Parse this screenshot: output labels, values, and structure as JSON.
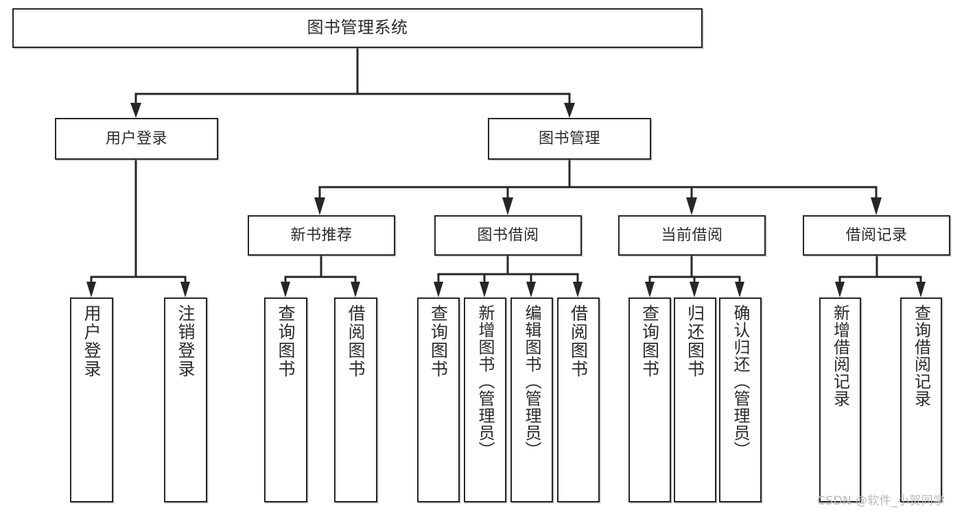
{
  "diagram": {
    "title": "图书管理系统",
    "type": "tree-structure-chart",
    "root": {
      "label": "图书管理系统"
    },
    "level2": [
      {
        "label": "用户登录"
      },
      {
        "label": "图书管理"
      }
    ],
    "level3": [
      {
        "label": "新书推荐"
      },
      {
        "label": "图书借阅"
      },
      {
        "label": "当前借阅"
      },
      {
        "label": "借阅记录"
      }
    ],
    "leaves": {
      "user_login": [
        {
          "label": "用户登录"
        },
        {
          "label": "注销登录"
        }
      ],
      "new_book_recommend": [
        {
          "label": "查询图书"
        },
        {
          "label": "借阅图书"
        }
      ],
      "book_borrow": [
        {
          "label": "查询图书"
        },
        {
          "label": "新增图书（管理员）"
        },
        {
          "label": "编辑图书（管理员）"
        },
        {
          "label": "借阅图书"
        }
      ],
      "current_borrow": [
        {
          "label": "查询图书"
        },
        {
          "label": "归还图书"
        },
        {
          "label": "确认归还（管理员）"
        }
      ],
      "borrow_record": [
        {
          "label": "新增借阅记录"
        },
        {
          "label": "查询借阅记录"
        }
      ]
    },
    "watermark": "CSDN @软件_小贺同学",
    "colors": {
      "border": "#262626",
      "text": "#2b2b2b",
      "background": "#ffffff",
      "watermark": "#b9b9b9"
    }
  }
}
